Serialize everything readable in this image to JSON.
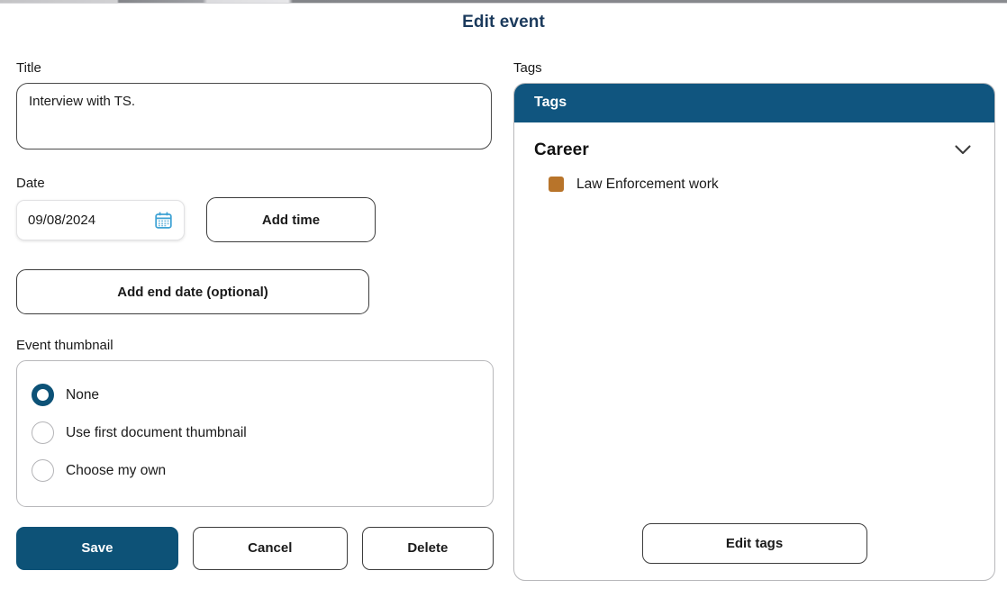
{
  "dialog": {
    "title": "Edit event",
    "title_color": "#1b3a5c"
  },
  "form": {
    "title_field": {
      "label": "Title",
      "value": "Interview with TS.",
      "placeholder": ""
    },
    "date_field": {
      "label": "Date",
      "value": "09/08/2024",
      "icon": "calendar-icon",
      "icon_color": "#3ea2d4"
    },
    "add_time_button": "Add time",
    "add_end_date_button": "Add end date (optional)",
    "thumbnail": {
      "label": "Event thumbnail",
      "options": [
        {
          "label": "None",
          "selected": true
        },
        {
          "label": "Use first document thumbnail",
          "selected": false
        },
        {
          "label": "Choose my own",
          "selected": false
        }
      ],
      "selected_color": "#0d5277"
    },
    "actions": {
      "save": "Save",
      "cancel": "Cancel",
      "delete": "Delete",
      "save_color": "#0d5277"
    }
  },
  "tags": {
    "label": "Tags",
    "panel_header": "Tags",
    "header_color": "#10557f",
    "groups": [
      {
        "name": "Career",
        "chevron": "chevron-down-icon",
        "items": [
          {
            "name": "Law Enforcement work",
            "color": "#b8742a"
          }
        ]
      }
    ],
    "edit_tags_button": "Edit tags"
  }
}
